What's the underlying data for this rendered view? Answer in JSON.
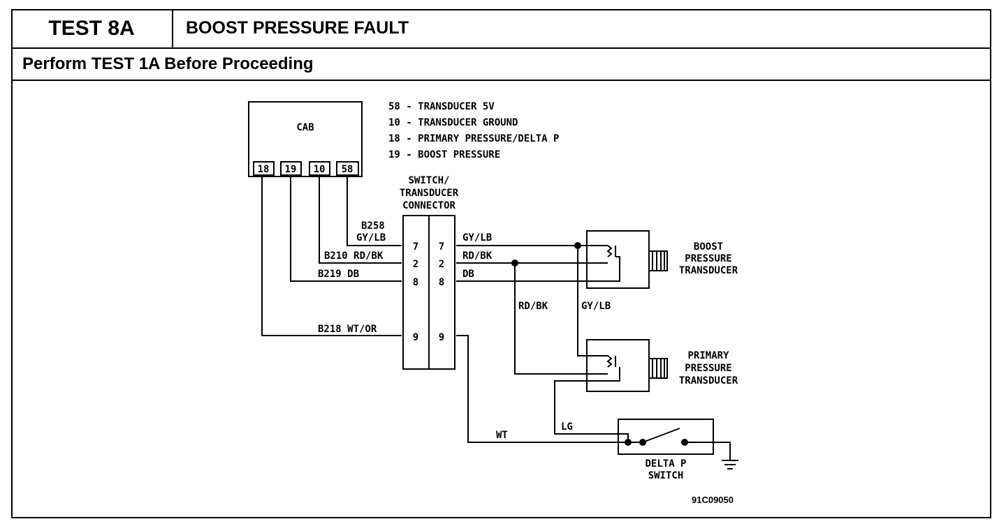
{
  "header": {
    "test_id": "TEST 8A",
    "title": "BOOST PRESSURE FAULT",
    "subtitle": "Perform TEST 1A Before Proceeding"
  },
  "diagram": {
    "cab": {
      "label": "CAB",
      "pins": [
        "18",
        "19",
        "10",
        "58"
      ]
    },
    "legend": [
      "58 - TRANSDUCER 5V",
      "10 - TRANSDUCER GROUND",
      "18 - PRIMARY PRESSURE/DELTA P",
      "19 - BOOST PRESSURE"
    ],
    "connector": {
      "label_lines": [
        "SWITCH/",
        "TRANSDUCER",
        "CONNECTOR"
      ],
      "left_pins": [
        "7",
        "2",
        "8",
        "9"
      ],
      "right_pins": [
        "7",
        "2",
        "8",
        "9"
      ]
    },
    "wires": {
      "b258": "B258",
      "b258_color": "GY/LB",
      "b210": "B210 RD/BK",
      "b219": "B219 DB",
      "b218": "B218 WT/OR",
      "out_gylb": "GY/LB",
      "out_rdbk": "RD/BK",
      "out_db": "DB",
      "drop_rdbk": "RD/BK",
      "drop_gylb": "GY/LB",
      "wt": "WT",
      "lg": "LG"
    },
    "boost_transducer": [
      "BOOST",
      "PRESSURE",
      "TRANSDUCER"
    ],
    "primary_transducer": [
      "PRIMARY",
      "PRESSURE",
      "TRANSDUCER"
    ],
    "delta_switch": [
      "DELTA P",
      "SWITCH"
    ],
    "figure_code": "91C09050"
  }
}
